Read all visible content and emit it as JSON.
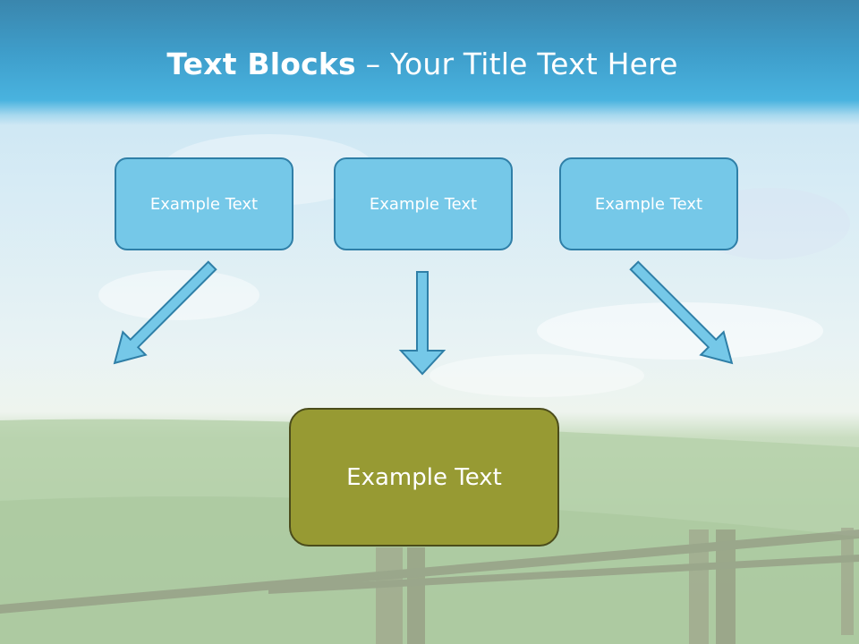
{
  "slide": {
    "title_bold": "Text Blocks",
    "title_separator": " – ",
    "title_rest": "Your Title Text Here",
    "top_blocks": [
      {
        "label": "Example Text"
      },
      {
        "label": "Example Text"
      },
      {
        "label": "Example Text"
      }
    ],
    "main_block": {
      "label": "Example Text"
    }
  },
  "colors": {
    "header": "#49b3df",
    "top_block_fill": "#75c8e8",
    "top_block_border": "#2f7fa7",
    "arrow_fill": "#75c8e8",
    "main_block_fill": "#979a33",
    "main_block_border": "#4b4c1b",
    "text": "#ffffff"
  },
  "icons": [
    "arrow-down-right-icon",
    "arrow-down-icon",
    "arrow-down-left-icon"
  ]
}
